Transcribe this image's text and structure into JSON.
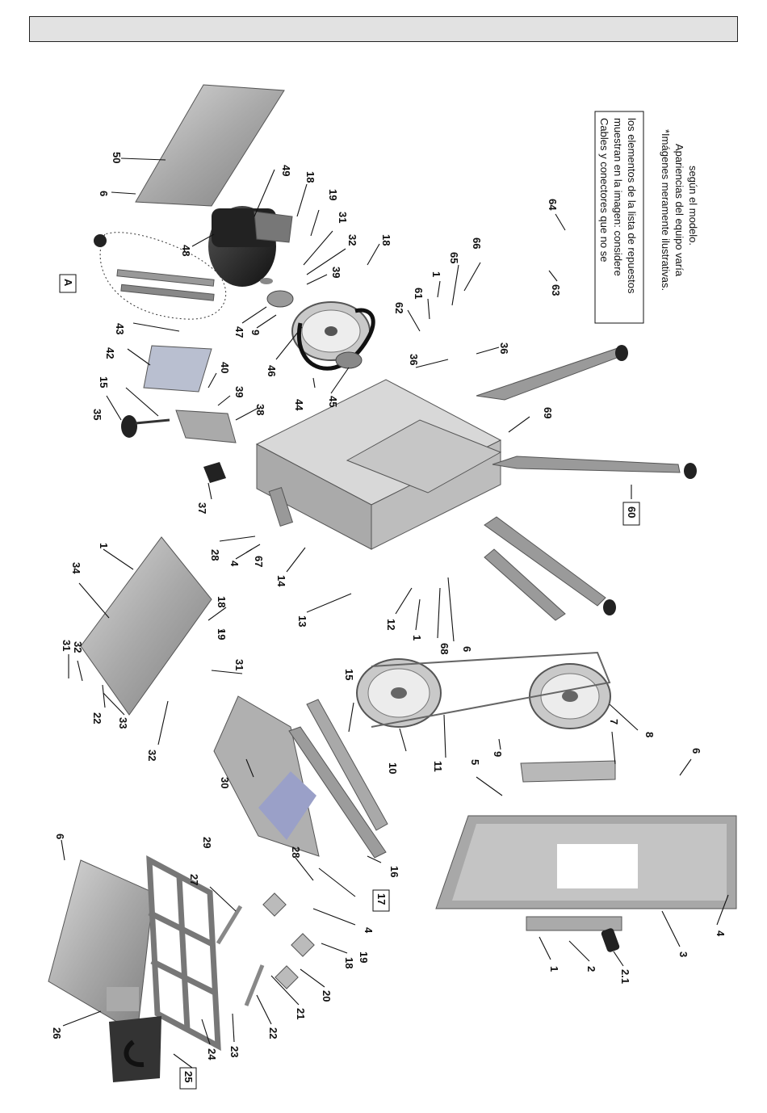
{
  "header": {
    "title": ""
  },
  "note_box": {
    "lines": [
      "Cables y conectores que no se",
      "muestran en la imagen: considere",
      "los elementos de la lista de repuestos"
    ]
  },
  "note_disclaimer": {
    "lines": [
      "*Imágenes meramente ilustrativas.",
      "Apariencias del equipo varía",
      "según el modelo."
    ]
  },
  "callouts": [
    {
      "id": "c-6-a",
      "label": "6"
    },
    {
      "id": "c-26",
      "label": "26"
    },
    {
      "id": "c-25",
      "label": "25",
      "boxed": true
    },
    {
      "id": "c-24",
      "label": "24"
    },
    {
      "id": "c-23",
      "label": "23"
    },
    {
      "id": "c-22-a",
      "label": "22"
    },
    {
      "id": "c-21",
      "label": "21"
    },
    {
      "id": "c-20",
      "label": "20"
    },
    {
      "id": "c-18-a",
      "label": "18"
    },
    {
      "id": "c-19-a",
      "label": "19"
    },
    {
      "id": "c-27",
      "label": "27"
    },
    {
      "id": "c-28-a",
      "label": "28"
    },
    {
      "id": "c-4-a",
      "label": "4"
    },
    {
      "id": "c-17",
      "label": "17",
      "boxed": true
    },
    {
      "id": "c-29",
      "label": "29"
    },
    {
      "id": "c-30",
      "label": "30"
    },
    {
      "id": "c-16",
      "label": "16"
    },
    {
      "id": "c-15-a",
      "label": "15"
    },
    {
      "id": "c-31-a",
      "label": "31"
    },
    {
      "id": "c-32-a",
      "label": "32"
    },
    {
      "id": "c-22-b",
      "label": "22"
    },
    {
      "id": "c-33",
      "label": "33"
    },
    {
      "id": "c-32-b",
      "label": "32"
    },
    {
      "id": "c-31-b",
      "label": "31"
    },
    {
      "id": "c-34",
      "label": "34"
    },
    {
      "id": "c-1-a",
      "label": "1"
    },
    {
      "id": "c-18-b",
      "label": "18"
    },
    {
      "id": "c-19-b",
      "label": "19"
    },
    {
      "id": "c-10",
      "label": "10"
    },
    {
      "id": "c-11",
      "label": "11"
    },
    {
      "id": "c-9-a",
      "label": "9"
    },
    {
      "id": "c-8",
      "label": "8"
    },
    {
      "id": "c-7",
      "label": "7"
    },
    {
      "id": "c-5",
      "label": "5"
    },
    {
      "id": "c-6-b",
      "label": "6"
    },
    {
      "id": "c-1-b",
      "label": "1"
    },
    {
      "id": "c-2",
      "label": "2"
    },
    {
      "id": "c-2-1",
      "label": "2.1"
    },
    {
      "id": "c-3",
      "label": "3"
    },
    {
      "id": "c-4-b",
      "label": "4"
    },
    {
      "id": "c-12",
      "label": "12"
    },
    {
      "id": "c-1-c",
      "label": "1"
    },
    {
      "id": "c-68",
      "label": "68"
    },
    {
      "id": "c-6-c",
      "label": "6"
    },
    {
      "id": "c-13",
      "label": "13"
    },
    {
      "id": "c-14",
      "label": "14"
    },
    {
      "id": "c-67",
      "label": "67"
    },
    {
      "id": "c-4-c",
      "label": "4"
    },
    {
      "id": "c-28-b",
      "label": "28"
    },
    {
      "id": "c-37",
      "label": "37"
    },
    {
      "id": "c-60",
      "label": "60",
      "boxed": true
    },
    {
      "id": "c-69",
      "label": "69"
    },
    {
      "id": "c-35",
      "label": "35"
    },
    {
      "id": "c-15-b",
      "label": "15"
    },
    {
      "id": "c-42",
      "label": "42"
    },
    {
      "id": "c-43",
      "label": "43"
    },
    {
      "id": "c-40",
      "label": "40"
    },
    {
      "id": "c-39-a",
      "label": "39"
    },
    {
      "id": "c-38",
      "label": "38"
    },
    {
      "id": "c-44",
      "label": "44"
    },
    {
      "id": "c-45",
      "label": "45"
    },
    {
      "id": "c-46",
      "label": "46"
    },
    {
      "id": "c-9-b",
      "label": "9"
    },
    {
      "id": "c-47",
      "label": "47"
    },
    {
      "id": "c-48",
      "label": "48"
    },
    {
      "id": "c-A",
      "label": "A",
      "boxed": true
    },
    {
      "id": "c-6-d",
      "label": "6"
    },
    {
      "id": "c-50",
      "label": "50"
    },
    {
      "id": "c-49",
      "label": "49"
    },
    {
      "id": "c-18-c",
      "label": "18"
    },
    {
      "id": "c-19-c",
      "label": "19"
    },
    {
      "id": "c-31-c",
      "label": "31"
    },
    {
      "id": "c-32-c",
      "label": "32"
    },
    {
      "id": "c-39-b",
      "label": "39"
    },
    {
      "id": "c-18-d",
      "label": "18"
    },
    {
      "id": "c-36-a",
      "label": "36"
    },
    {
      "id": "c-36-b",
      "label": "36"
    },
    {
      "id": "c-62",
      "label": "62"
    },
    {
      "id": "c-61",
      "label": "61"
    },
    {
      "id": "c-1-d",
      "label": "1"
    },
    {
      "id": "c-65",
      "label": "65"
    },
    {
      "id": "c-66",
      "label": "66"
    },
    {
      "id": "c-63",
      "label": "63"
    },
    {
      "id": "c-64",
      "label": "64"
    }
  ]
}
